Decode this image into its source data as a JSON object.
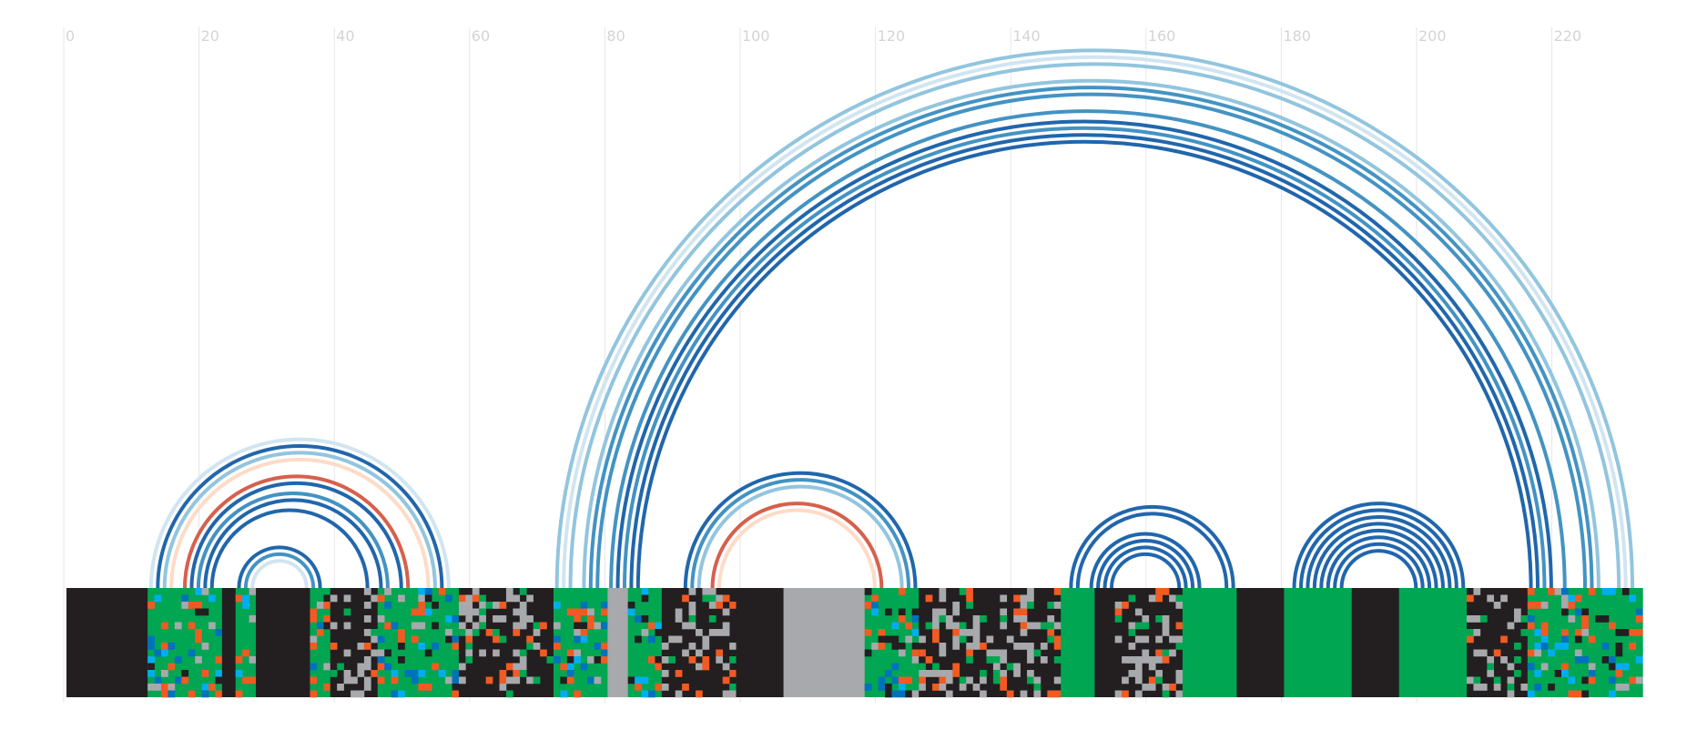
{
  "chart_data": {
    "type": "arc",
    "title": "",
    "xlabel": "",
    "ylabel": "",
    "grid": true,
    "x_axis": {
      "range": [
        0,
        233
      ],
      "ticks": [
        0,
        20,
        40,
        60,
        80,
        100,
        120,
        140,
        160,
        180,
        200,
        220
      ],
      "tick_labels": [
        "0",
        "20",
        "40",
        "60",
        "80",
        "100",
        "120",
        "140",
        "160",
        "180",
        "200",
        "220"
      ]
    },
    "sequence_length": 233,
    "alignment_rows": 16,
    "colors": {
      "arc_strong": "#2166ac",
      "arc_medium": "#4393c3",
      "arc_light": "#92c5de",
      "arc_faint": "#d1e5f0",
      "arc_red": "#d6604d",
      "arc_peach": "#fddbc7",
      "cell_black": "#231f20",
      "cell_green": "#00a651",
      "cell_orange": "#f15a22",
      "cell_gray": "#a7a9ac",
      "cell_cyan": "#00aeef",
      "cell_blue": "#0072bc"
    },
    "arcs": [
      {
        "from": 12,
        "to": 57,
        "color": "arc_faint"
      },
      {
        "from": 13,
        "to": 56,
        "color": "arc_strong"
      },
      {
        "from": 14,
        "to": 55,
        "color": "arc_light"
      },
      {
        "from": 15,
        "to": 54,
        "color": "arc_peach"
      },
      {
        "from": 17,
        "to": 51,
        "color": "arc_red"
      },
      {
        "from": 18,
        "to": 50,
        "color": "arc_strong"
      },
      {
        "from": 19,
        "to": 48,
        "color": "arc_medium"
      },
      {
        "from": 20,
        "to": 47,
        "color": "arc_strong"
      },
      {
        "from": 21,
        "to": 45,
        "color": "arc_strong"
      },
      {
        "from": 25,
        "to": 38,
        "color": "arc_strong"
      },
      {
        "from": 26,
        "to": 37,
        "color": "arc_medium"
      },
      {
        "from": 27,
        "to": 36,
        "color": "arc_faint"
      },
      {
        "from": 72,
        "to": 232,
        "color": "arc_light"
      },
      {
        "from": 73,
        "to": 231,
        "color": "arc_faint"
      },
      {
        "from": 74,
        "to": 230,
        "color": "arc_light"
      },
      {
        "from": 76,
        "to": 227,
        "color": "arc_light"
      },
      {
        "from": 77,
        "to": 226,
        "color": "arc_medium"
      },
      {
        "from": 78,
        "to": 225,
        "color": "arc_medium"
      },
      {
        "from": 80,
        "to": 222,
        "color": "arc_medium"
      },
      {
        "from": 81,
        "to": 220,
        "color": "arc_strong"
      },
      {
        "from": 82,
        "to": 219,
        "color": "arc_medium"
      },
      {
        "from": 83,
        "to": 218,
        "color": "arc_strong"
      },
      {
        "from": 84,
        "to": 217,
        "color": "arc_strong"
      },
      {
        "from": 91,
        "to": 126,
        "color": "arc_strong"
      },
      {
        "from": 92,
        "to": 125,
        "color": "arc_medium"
      },
      {
        "from": 93,
        "to": 124,
        "color": "arc_light"
      },
      {
        "from": 95,
        "to": 121,
        "color": "arc_red"
      },
      {
        "from": 96,
        "to": 120,
        "color": "arc_peach"
      },
      {
        "from": 148,
        "to": 173,
        "color": "arc_strong"
      },
      {
        "from": 149,
        "to": 172,
        "color": "arc_strong"
      },
      {
        "from": 151,
        "to": 168,
        "color": "arc_strong"
      },
      {
        "from": 152,
        "to": 167,
        "color": "arc_strong"
      },
      {
        "from": 153,
        "to": 166,
        "color": "arc_strong"
      },
      {
        "from": 154,
        "to": 165,
        "color": "arc_strong"
      },
      {
        "from": 181,
        "to": 207,
        "color": "arc_strong"
      },
      {
        "from": 182,
        "to": 206,
        "color": "arc_strong"
      },
      {
        "from": 183,
        "to": 205,
        "color": "arc_strong"
      },
      {
        "from": 184,
        "to": 204,
        "color": "arc_strong"
      },
      {
        "from": 185,
        "to": 203,
        "color": "arc_strong"
      },
      {
        "from": 186,
        "to": 202,
        "color": "arc_strong"
      },
      {
        "from": 187,
        "to": 201,
        "color": "arc_strong"
      },
      {
        "from": 188,
        "to": 200,
        "color": "arc_strong"
      }
    ],
    "alignment_blocks": [
      {
        "from": 0,
        "to": 12,
        "color": "cell_black"
      },
      {
        "from": 12,
        "to": 23,
        "color": "cell_green",
        "variable": true
      },
      {
        "from": 23,
        "to": 25,
        "color": "cell_black"
      },
      {
        "from": 25,
        "to": 28,
        "color": "cell_green",
        "variable": true
      },
      {
        "from": 28,
        "to": 36,
        "color": "cell_black"
      },
      {
        "from": 36,
        "to": 39,
        "color": "cell_green",
        "variable": true
      },
      {
        "from": 39,
        "to": 46,
        "color": "cell_black",
        "variable": true
      },
      {
        "from": 46,
        "to": 58,
        "color": "cell_green",
        "variable": true
      },
      {
        "from": 58,
        "to": 72,
        "color": "cell_black",
        "variable": true
      },
      {
        "from": 72,
        "to": 80,
        "color": "cell_green",
        "variable": true
      },
      {
        "from": 80,
        "to": 83,
        "color": "cell_gray"
      },
      {
        "from": 83,
        "to": 88,
        "color": "cell_green",
        "variable": true
      },
      {
        "from": 88,
        "to": 99,
        "color": "cell_black",
        "variable": true
      },
      {
        "from": 99,
        "to": 106,
        "color": "cell_black"
      },
      {
        "from": 106,
        "to": 118,
        "color": "cell_gray"
      },
      {
        "from": 118,
        "to": 126,
        "color": "cell_green",
        "variable": true
      },
      {
        "from": 126,
        "to": 147,
        "color": "cell_black",
        "variable": true
      },
      {
        "from": 147,
        "to": 152,
        "color": "cell_green"
      },
      {
        "from": 152,
        "to": 155,
        "color": "cell_black"
      },
      {
        "from": 155,
        "to": 165,
        "color": "cell_black",
        "variable": true
      },
      {
        "from": 165,
        "to": 173,
        "color": "cell_green"
      },
      {
        "from": 173,
        "to": 180,
        "color": "cell_black"
      },
      {
        "from": 180,
        "to": 190,
        "color": "cell_green"
      },
      {
        "from": 190,
        "to": 197,
        "color": "cell_black"
      },
      {
        "from": 197,
        "to": 207,
        "color": "cell_green"
      },
      {
        "from": 207,
        "to": 216,
        "color": "cell_black",
        "variable": true
      },
      {
        "from": 216,
        "to": 233,
        "color": "cell_green",
        "variable": true
      }
    ]
  }
}
